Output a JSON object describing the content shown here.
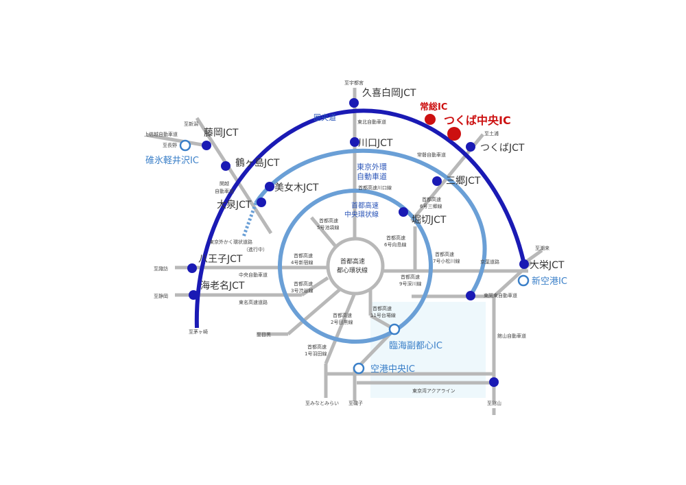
{
  "colors": {
    "ring_outer": "#1a1ab4",
    "ring_middle": "#6a9fd6",
    "ring_inner": "#6a9fd6",
    "roads": "#b8b8b8",
    "junction": "#1a1ab4",
    "highlight": "#cc1010",
    "ic_label": "#3a7fc8",
    "bay_area": "#eef8fc"
  },
  "icons": {
    "junction": "filled-circle",
    "interchange": "hollow-circle",
    "highlight": "red-filled-circle"
  },
  "highlight": {
    "joso_ic": "常総IC",
    "tsukuba_chuo_ic": "つくば中央IC"
  },
  "junctions": {
    "kuki": "久喜白岡JCT",
    "fujioka": "藤岡JCT",
    "tsurugashima": "鶴ヶ島JCT",
    "bijogi": "美女木JCT",
    "oizumi": "大泉JCT",
    "kawaguchi": "川口JCT",
    "misato": "三郷JCT",
    "tsukuba": "つくばJCT",
    "horikiri": "堀切JCT",
    "hachioji": "八王子JCT",
    "ebina": "海老名JCT",
    "oe": "大栄JCT"
  },
  "interchanges": {
    "usui": "碓氷軽井沢IC",
    "shinkuko": "新空港IC",
    "rinkai": "臨海副都心IC",
    "kuko_chuo": "空港中央IC"
  },
  "roads": {
    "kenodo": "圏央道",
    "tohoku": "東北自動車道",
    "joban": "常磐自動車道",
    "joshinetsu": "上信越自動車道",
    "kanetsu": "関越自動車道",
    "gaikan_1": "東京外環",
    "gaikan_2": "自動車道",
    "gaikan_plan_1": "東京外かく環状道路",
    "gaikan_plan_2": "（進行中）",
    "kawaguchi_line": "首都高速川口線",
    "c2_1": "首都高速",
    "c2_2": "中央環状線",
    "c1_1": "首都高速",
    "c1_2": "都心環状線",
    "ikebukuro_1": "首都高速",
    "ikebukuro_2": "5号池袋線",
    "shinjuku_1": "首都高速",
    "shinjuku_2": "4号新宿線",
    "shibuya_1": "首都高速",
    "shibuya_2": "3号渋谷線",
    "meguro_1": "首都高速",
    "meguro_2": "2号目黒線",
    "haneda_1": "首都高速",
    "haneda_2": "1号羽田線",
    "daiba_1": "首都高速",
    "daiba_2": "11号台場線",
    "fukagawa_1": "首都高速",
    "fukagawa_2": "9号深川線",
    "komatsugawa_1": "首都高速",
    "komatsugawa_2": "7号小松川線",
    "mukojima_1": "首都高速",
    "mukojima_2": "6号向島線",
    "misato_line_1": "首都高速",
    "misato_line_2": "6号三郷線",
    "chuo": "中央自動車道",
    "tomei": "東名高速道路",
    "keiyo": "京葉道路",
    "higashikanto": "東関東自動車道",
    "tateyama": "館山自動車道",
    "aqualine": "東京湾アクアライン"
  },
  "destinations": {
    "utsunomiya": "至宇都宮",
    "niigata": "至新潟",
    "nagano": "至長野",
    "tsuchiura": "至土浦",
    "choshi": "至潮来",
    "suwa": "至諏訪",
    "shizuoka": "至静岡",
    "chigasaki": "至茅ヶ崎",
    "meguro": "至目黒",
    "minatomirai": "至みなとみらい",
    "isogo": "至磯子",
    "tateyama": "至館山"
  }
}
